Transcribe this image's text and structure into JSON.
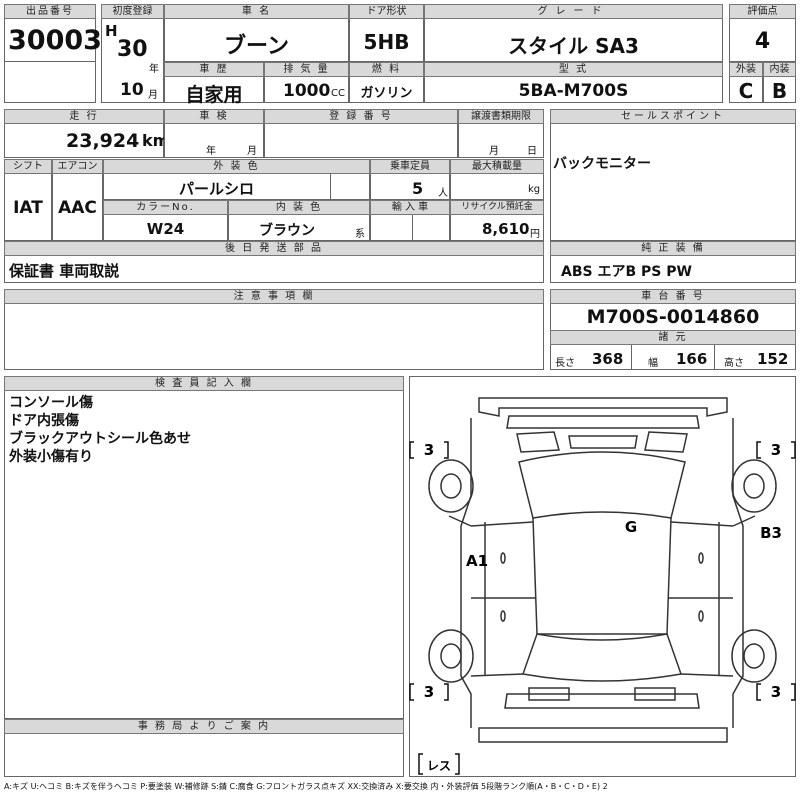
{
  "header": {
    "lot_label": "出品番号",
    "lot": "30003",
    "first_reg_label": "初度登録",
    "era": "H",
    "year": "30",
    "year_unit": "年",
    "month": "10",
    "month_unit": "月",
    "car_name_label": "車 名",
    "car_name": "ブーン",
    "door_label": "ドア形状",
    "door": "5HB",
    "grade_label": "グレード",
    "grade": "スタイル SA3",
    "score_label": "評価点",
    "score": "4",
    "history_label": "車 歴",
    "history": "自家用",
    "displacement_label": "排 気 量",
    "displacement": "1000",
    "displacement_unit": "CC",
    "fuel_label": "燃 料",
    "fuel": "ガソリン",
    "model_label": "型 式",
    "model": "5BA-M700S",
    "exterior_label": "外装",
    "exterior": "C",
    "interior_label": "内装",
    "interior": "B"
  },
  "row2": {
    "mileage_label": "走 行",
    "mileage": "23,924",
    "mileage_unit": "km",
    "inspection_label": "車 検",
    "inspection_year_unit": "年",
    "inspection_month_unit": "月",
    "reg_no_label": "登 録 番 号",
    "transfer_label": "譲渡書類期限",
    "transfer_month_unit": "月",
    "transfer_day_unit": "日",
    "selling_label": "セールスポイント",
    "selling": "バックモニター",
    "shift_label": "シフト",
    "shift": "IAT",
    "ac_label": "エアコン",
    "ac": "AAC",
    "ext_color_label": "外 装 色",
    "ext_color": "パールシロ",
    "capacity_label": "乗車定員",
    "capacity": "5",
    "capacity_unit": "人",
    "max_load_label": "最大積載量",
    "max_load_unit": "kg",
    "color_no_label": "カラーNo.",
    "color_no": "W24",
    "int_color_label": "内 装 色",
    "int_color": "ブラウン",
    "int_color_unit": "系",
    "import_label": "輸 入 車",
    "recycle_label": "リサイクル預託金",
    "recycle": "8,610",
    "recycle_unit": "円"
  },
  "parts": {
    "label": "後 日 発 送 部 品",
    "value": "保証書 車両取説",
    "genuine_label": "純 正 装 備",
    "genuine": "ABS エアB PS PW"
  },
  "notes": {
    "label": "注 意 事 項 欄"
  },
  "chassis": {
    "label": "車 台 番 号",
    "value": "M700S-0014860",
    "specs_label": "諸 元",
    "length_label": "長さ",
    "length": "368",
    "width_label": "幅",
    "width": "166",
    "height_label": "高さ",
    "height": "152"
  },
  "inspector": {
    "label": "検 査 員 記 入 欄",
    "lines": [
      "コンソール傷",
      "ドア内張傷",
      "ブラックアウトシール色あせ",
      "外装小傷有り"
    ]
  },
  "office": {
    "label": "事 務 局 よ り ご 案 内"
  },
  "diagram": {
    "tire_fl": "3",
    "tire_fr": "3",
    "tire_rl": "3",
    "tire_rr": "3",
    "mark_roof": "G",
    "mark_left": "A1",
    "mark_right": "B3",
    "spare": "レス"
  },
  "legend": "A:キズ U:ヘコミ B:キズを伴うヘコミ P:要塗装 W:補修跡 S:錆 C:腐食 G:フロントガラス点キズ XX:交換済み X:要交換 内・外装評価 5段階ランク順(A・B・C・D・E) 2"
}
